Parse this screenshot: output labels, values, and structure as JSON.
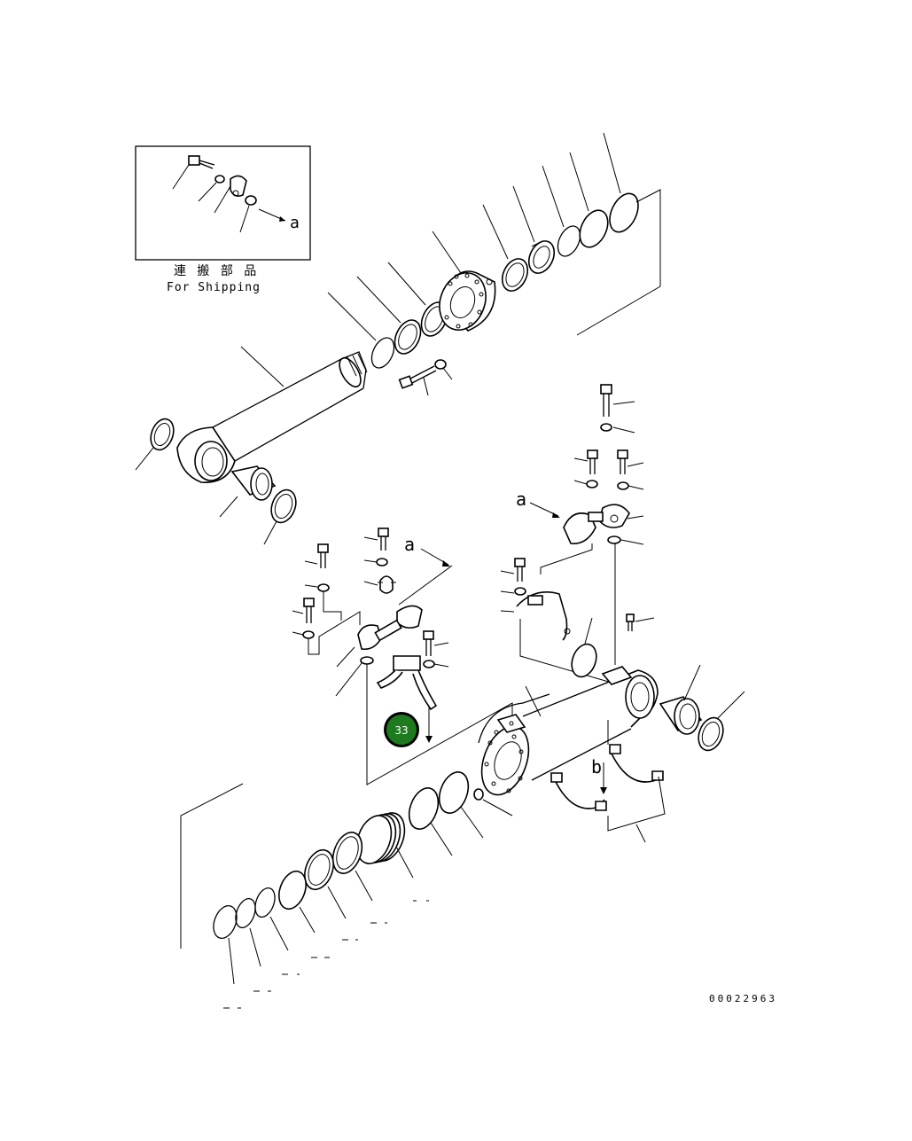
{
  "inset": {
    "title_jp": "連 搬 部 品",
    "title_en": "For Shipping",
    "arrow_letter": "a"
  },
  "labels": {
    "arrow_a_upper": "a",
    "arrow_a_mid": "a",
    "arrow_b": "b"
  },
  "callout": {
    "number": "33",
    "color": "#1e7a1e"
  },
  "drawing_number": "00022963"
}
